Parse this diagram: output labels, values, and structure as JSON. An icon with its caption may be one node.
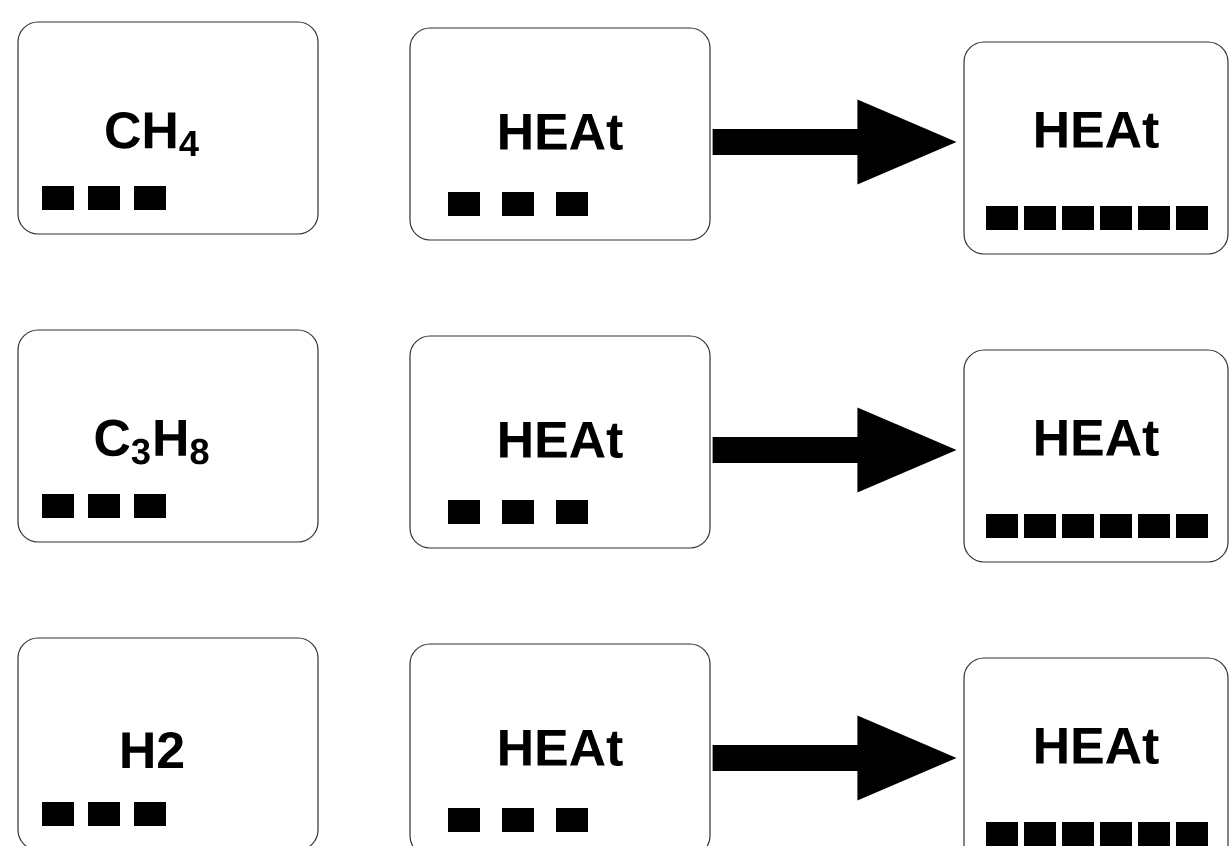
{
  "diagram": {
    "nodes": [
      {
        "text": [
          "CH$_{4}$"
        ]
      },
      {
        "text": [
          "HEAt"
        ]
      },
      {
        "text": [
          "HEAt"
        ]
      },
      {
        "text": [
          "C$_{3}$H$_{8}$"
        ]
      },
      {
        "text": [
          "HEAt"
        ]
      },
      {
        "text": [
          "HEAt"
        ]
      },
      {
        "text": [
          "H2"
        ]
      },
      {
        "text": [
          "HEAt"
        ]
      },
      {
        "text": [
          "HEAt"
        ]
      }
    ],
    "edges": [
      {
        "from": 1,
        "to": 2,
        "arrow": "to"
      },
      {
        "from": 4,
        "to": 5,
        "arrow": "to"
      },
      {
        "from": 7,
        "to": 8,
        "arrow": "to"
      }
    ]
  }
}
